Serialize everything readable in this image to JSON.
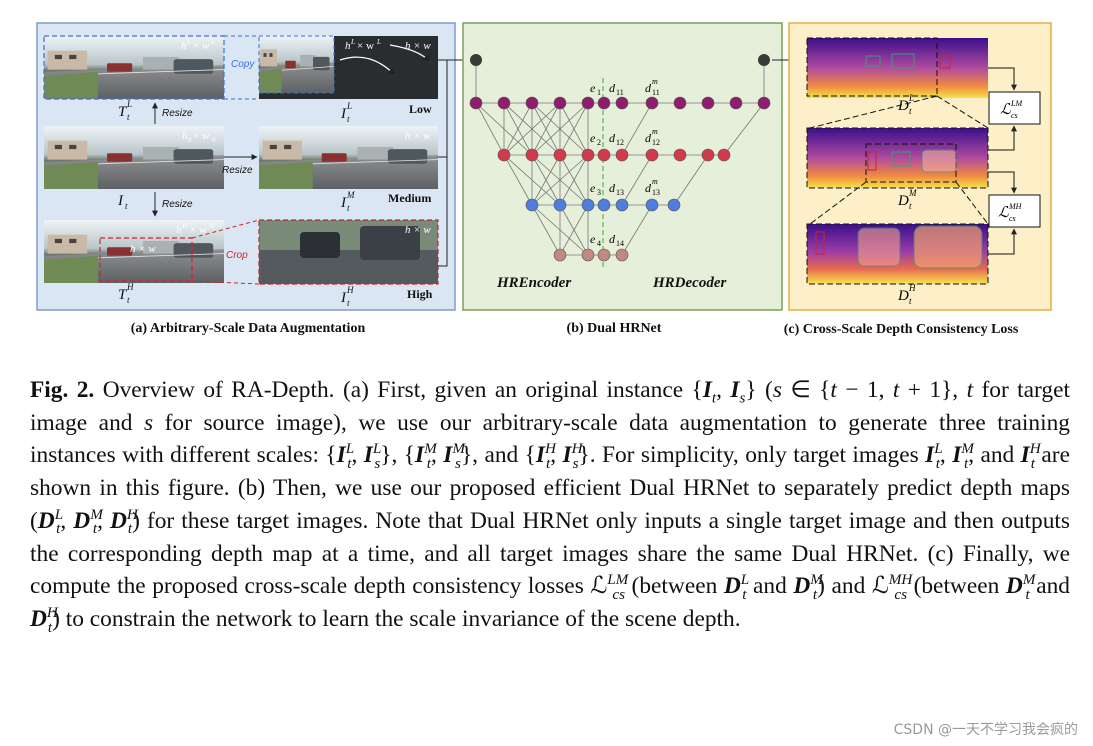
{
  "figure": {
    "panel_a": {
      "title": "(a) Arbitrary-Scale Data Augmentation",
      "copy_label": "Copy",
      "crop_label": "Crop",
      "resize_top": "Resize",
      "resize_mid": "Resize",
      "resize_bottom": "Resize",
      "scale_low": "Low",
      "scale_medium": "Medium",
      "scale_high": "High"
    },
    "panel_b": {
      "title": "(b) Dual HRNet",
      "encoder_label": "HREncoder",
      "decoder_label": "HRDecoder"
    },
    "panel_c": {
      "title": "(c) Cross-Scale Depth Consistency Loss"
    },
    "colors": {
      "panel_a_bg": "#dbe6f4",
      "panel_a_border": "#7e9cc8",
      "panel_b_bg": "#e5efd9",
      "panel_b_border": "#7aa05a",
      "panel_c_bg": "#fdf0c9",
      "panel_c_border": "#e0b040",
      "node_level1": "#8f1d6e",
      "node_level2": "#d33a4b",
      "node_level3": "#4f7ddc",
      "node_level4": "#c08a80",
      "copy_blue": "#3a6fd8",
      "crop_red": "#d0232b"
    }
  },
  "caption": {
    "fig_label": "Fig. 2.",
    "watermark": "CSDN @一天不学习我会疯的"
  }
}
